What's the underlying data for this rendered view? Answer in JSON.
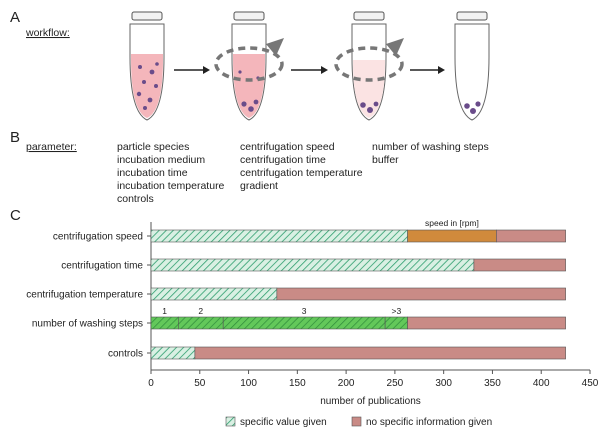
{
  "panels": {
    "A": {
      "letter": "A",
      "title": "workflow:"
    },
    "B": {
      "letter": "B",
      "title": "parameter:",
      "columns": [
        [
          "particle species",
          "incubation medium",
          "incubation time",
          "incubation temperature",
          "controls"
        ],
        [
          "centrifugation speed",
          "centrifugation time",
          "centrifugation temperature",
          "gradient"
        ],
        [
          "number of washing steps",
          "buffer"
        ]
      ]
    },
    "C": {
      "letter": "C"
    }
  },
  "colors": {
    "specific": "#2e9e6e",
    "specific_light": "#d9f0e3",
    "washing_green": "#63c85a",
    "speed_orange": "#d08a3c",
    "none": "#c98b86",
    "tube_liquid": "#f4b6bb",
    "tube_liquid_pale": "#fbe3e3",
    "arrow_gray": "#8a8a8a"
  },
  "chart_data": {
    "type": "bar",
    "orientation": "horizontal",
    "stacked": true,
    "categories": [
      "centrifugation speed",
      "centrifugation time",
      "centrifugation temperature",
      "number of washing steps",
      "controls"
    ],
    "xlabel": "number of publications",
    "xlim": [
      0,
      450
    ],
    "xticks": [
      0,
      50,
      100,
      150,
      200,
      250,
      300,
      350,
      400,
      450
    ],
    "bars": [
      {
        "category": "centrifugation speed",
        "segments": [
          {
            "kind": "specific",
            "from": 0,
            "to": 263
          },
          {
            "kind": "speed",
            "from": 263,
            "to": 354
          },
          {
            "kind": "none",
            "from": 354,
            "to": 425
          }
        ]
      },
      {
        "category": "centrifugation time",
        "segments": [
          {
            "kind": "specific",
            "from": 0,
            "to": 331
          },
          {
            "kind": "none",
            "from": 331,
            "to": 425
          }
        ]
      },
      {
        "category": "centrifugation temperature",
        "segments": [
          {
            "kind": "specific",
            "from": 0,
            "to": 129
          },
          {
            "kind": "none",
            "from": 129,
            "to": 425
          }
        ]
      },
      {
        "category": "number of washing steps",
        "segments": [
          {
            "kind": "wash",
            "label": "1",
            "from": 0,
            "to": 28
          },
          {
            "kind": "wash",
            "label": "2",
            "from": 28,
            "to": 74
          },
          {
            "kind": "wash",
            "label": "3",
            "from": 74,
            "to": 240
          },
          {
            "kind": "wash",
            "label": ">3",
            "from": 240,
            "to": 263
          },
          {
            "kind": "none",
            "from": 263,
            "to": 425
          }
        ]
      },
      {
        "category": "controls",
        "segments": [
          {
            "kind": "specific",
            "from": 0,
            "to": 45
          },
          {
            "kind": "none",
            "from": 45,
            "to": 425
          }
        ]
      }
    ],
    "annotations": [
      {
        "text": "speed in [rpm]",
        "category": "centrifugation speed"
      }
    ],
    "legend": {
      "placement": "bottom",
      "entries": [
        {
          "kind": "specific",
          "label": "specific value given"
        },
        {
          "kind": "none",
          "label": "no specific information given"
        }
      ]
    }
  }
}
